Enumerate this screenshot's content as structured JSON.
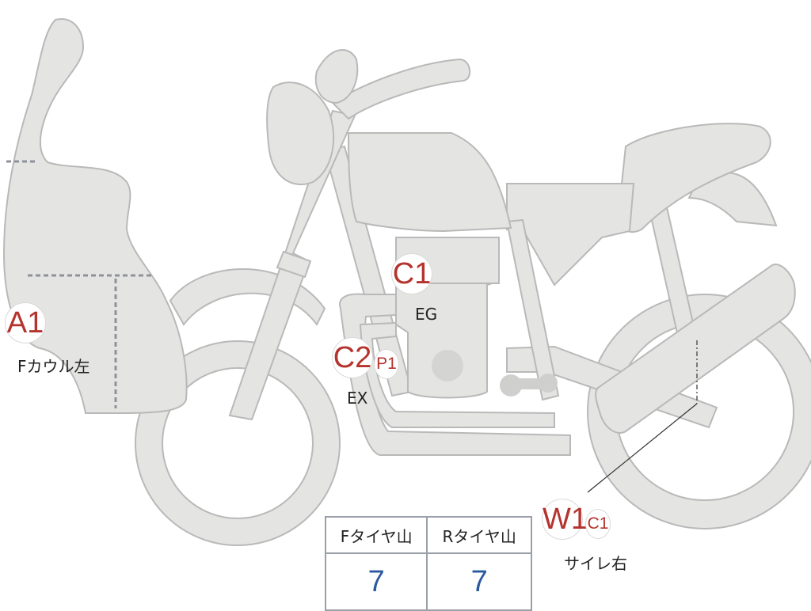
{
  "markers": {
    "c1_eg": {
      "code": "C1",
      "label": "EG"
    },
    "a1": {
      "code": "A1",
      "label": "Fカウル左"
    },
    "c2_ex": {
      "code": "C2",
      "sub": "P1",
      "label": "EX"
    },
    "w1": {
      "code": "W1",
      "sub": "C1",
      "label": "サイレ右"
    }
  },
  "tire_table": {
    "headers": [
      "Fタイヤ山",
      "Rタイヤ山"
    ],
    "values": [
      "7",
      "7"
    ]
  },
  "colors": {
    "code_text": "#b5332d",
    "value_text": "#2c5aa0",
    "part_fill": "#e4e4e2"
  }
}
